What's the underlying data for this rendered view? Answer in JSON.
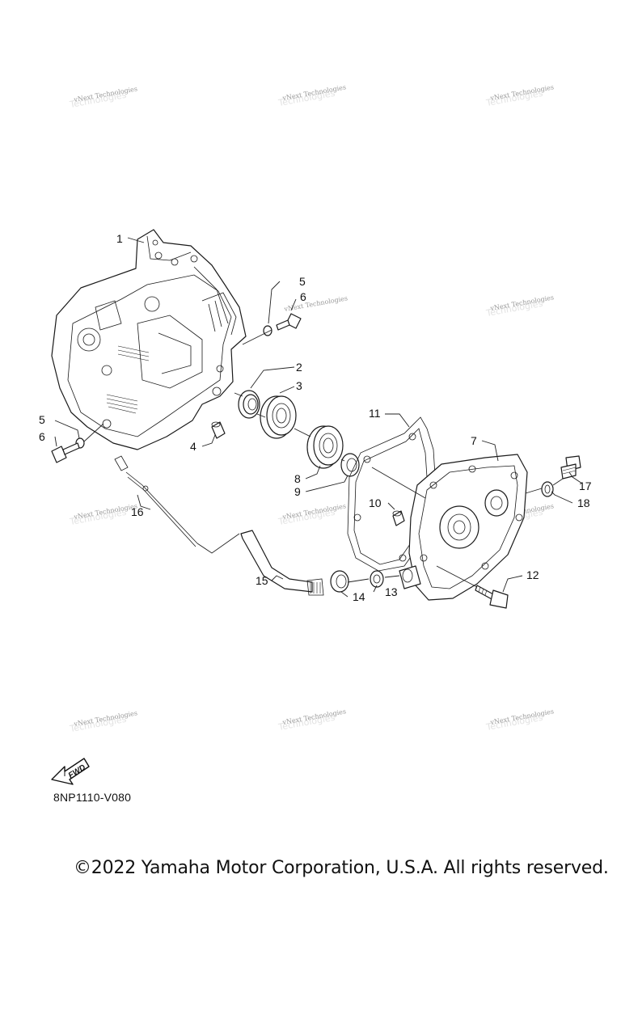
{
  "watermark": {
    "text": "vNext Technologies"
  },
  "callouts": [
    {
      "id": "1",
      "label": "1"
    },
    {
      "id": "2",
      "label": "2"
    },
    {
      "id": "3",
      "label": "3"
    },
    {
      "id": "4",
      "label": "4"
    },
    {
      "id": "5a",
      "label": "5"
    },
    {
      "id": "6a",
      "label": "6"
    },
    {
      "id": "5b",
      "label": "5"
    },
    {
      "id": "6b",
      "label": "6"
    },
    {
      "id": "7",
      "label": "7"
    },
    {
      "id": "8",
      "label": "8"
    },
    {
      "id": "9",
      "label": "9"
    },
    {
      "id": "10",
      "label": "10"
    },
    {
      "id": "11",
      "label": "11"
    },
    {
      "id": "12",
      "label": "12"
    },
    {
      "id": "13",
      "label": "13"
    },
    {
      "id": "14",
      "label": "14"
    },
    {
      "id": "15",
      "label": "15"
    },
    {
      "id": "16",
      "label": "16"
    },
    {
      "id": "17",
      "label": "17"
    },
    {
      "id": "18",
      "label": "18"
    }
  ],
  "fwd_label": "FWD",
  "diagram_code": "8NP1110-V080",
  "copyright": "©2022 Yamaha Motor Corporation, U.S.A. All rights reserved."
}
